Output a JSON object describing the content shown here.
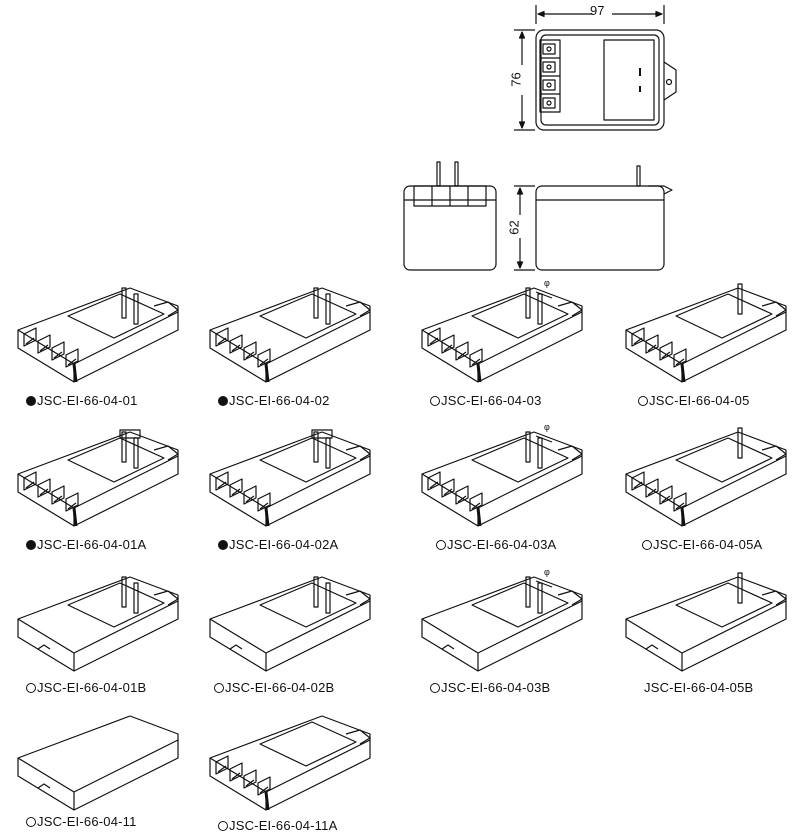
{
  "dimensions": {
    "width": "97",
    "height": "76",
    "depth": "62"
  },
  "variants": [
    {
      "label": "JSC-EI-66-04-01",
      "mark": "filled"
    },
    {
      "label": "JSC-EI-66-04-02",
      "mark": "filled"
    },
    {
      "label": "JSC-EI-66-04-03",
      "mark": "open"
    },
    {
      "label": "JSC-EI-66-04-05",
      "mark": "open"
    },
    {
      "label": "JSC-EI-66-04-01A",
      "mark": "filled"
    },
    {
      "label": "JSC-EI-66-04-02A",
      "mark": "filled"
    },
    {
      "label": "JSC-EI-66-04-03A",
      "mark": "open"
    },
    {
      "label": "JSC-EI-66-04-05A",
      "mark": "open"
    },
    {
      "label": "JSC-EI-66-04-01B",
      "mark": "open"
    },
    {
      "label": "JSC-EI-66-04-02B",
      "mark": "open"
    },
    {
      "label": "JSC-EI-66-04-03B",
      "mark": "open"
    },
    {
      "label": "JSC-EI-66-04-05B",
      "mark": "none"
    },
    {
      "label": "JSC-EI-66-04-11",
      "mark": "open"
    },
    {
      "label": "JSC-EI-66-04-11A",
      "mark": "open"
    }
  ]
}
